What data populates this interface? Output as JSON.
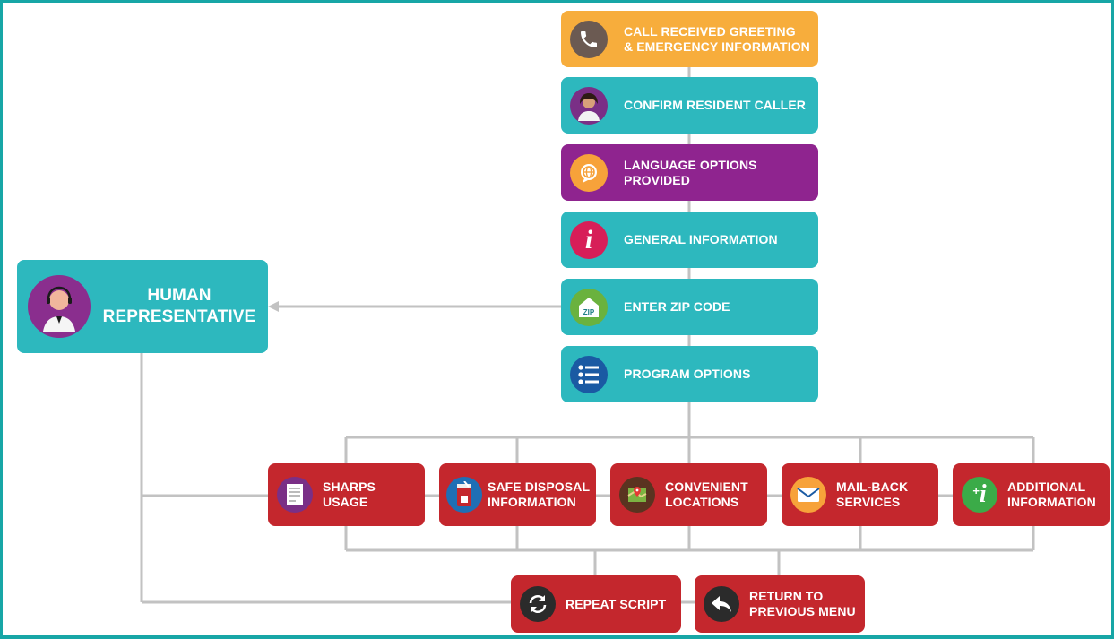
{
  "colors": {
    "frame": "#17a6a6",
    "teal": "#2db8be",
    "orange": "#f7ad3c",
    "purple": "#8f248f",
    "red": "#c4272d",
    "connector": "#c2c2c2"
  },
  "flow_steps": [
    {
      "label": "CALL RECEIVED GREETING\n& EMERGENCY INFORMATION",
      "icon": "phone-icon",
      "color": "orange"
    },
    {
      "label": "CONFIRM RESIDENT CALLER",
      "icon": "resident-avatar-icon",
      "color": "teal"
    },
    {
      "label": "LANGUAGE OPTIONS\nPROVIDED",
      "icon": "speech-globe-icon",
      "color": "purple"
    },
    {
      "label": "GENERAL INFORMATION",
      "icon": "info-icon",
      "color": "teal"
    },
    {
      "label": "ENTER ZIP CODE",
      "icon": "zip-house-icon",
      "color": "teal"
    },
    {
      "label": "PROGRAM OPTIONS",
      "icon": "list-icon",
      "color": "teal"
    }
  ],
  "human_representative": {
    "label": "HUMAN\nREPRESENTATIVE",
    "icon": "headset-agent-icon"
  },
  "program_options": [
    {
      "label": "SHARPS\nUSAGE",
      "icon": "document-icon"
    },
    {
      "label": "SAFE DISPOSAL\nINFORMATION",
      "icon": "disposal-container-icon"
    },
    {
      "label": "CONVENIENT\nLOCATIONS",
      "icon": "map-pin-icon"
    },
    {
      "label": "MAIL-BACK\nSERVICES",
      "icon": "envelope-icon"
    },
    {
      "label": "ADDITIONAL\nINFORMATION",
      "icon": "plus-info-icon"
    }
  ],
  "end_actions": [
    {
      "label": "REPEAT SCRIPT",
      "icon": "refresh-icon"
    },
    {
      "label": "RETURN TO\nPREVIOUS MENU",
      "icon": "undo-arrow-icon"
    }
  ]
}
